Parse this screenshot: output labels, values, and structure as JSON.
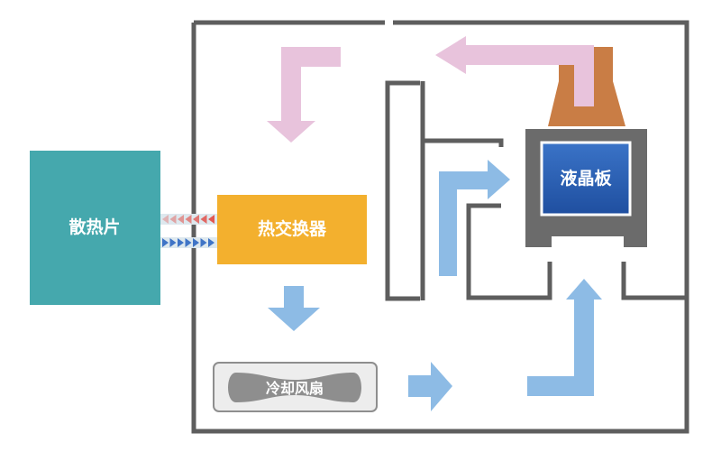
{
  "labels": {
    "heat_sink": "散热片",
    "heat_exchanger": "热交换器",
    "lcd_panel": "液晶板",
    "cooling_fan": "冷却风扇"
  },
  "colors": {
    "heat_sink": "#45A8AD",
    "heat_exchanger": "#F3B02E",
    "lcd_housing": "#6B6B6B",
    "lcd_screen_top": "#3A73C7",
    "lcd_screen_bottom": "#1F4FA0",
    "lcd_hood": "#C97D45",
    "enclosure_wall": "#5E5E5E",
    "warm_air_arrow": "#E8C3DC",
    "cool_air_arrow": "#8DBBE5",
    "fan_housing": "#EDEDED",
    "fan_blade": "#8E8E8E",
    "hot_flow_marker": "#E2504A",
    "cold_flow_marker": "#3F74C6"
  }
}
